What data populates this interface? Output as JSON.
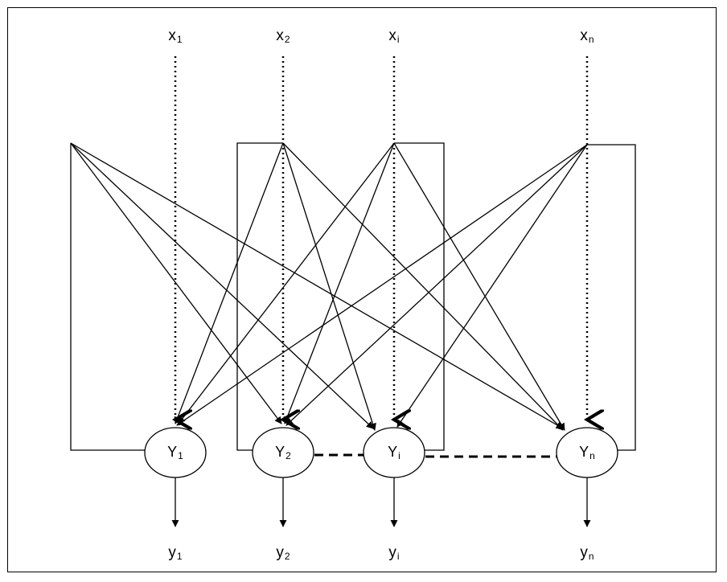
{
  "inputs": [
    {
      "base": "x",
      "sub": "1"
    },
    {
      "base": "x",
      "sub": "2"
    },
    {
      "base": "x",
      "sub": "i"
    },
    {
      "base": "x",
      "sub": "n"
    }
  ],
  "nodes": [
    {
      "base": "Y",
      "sub": "1"
    },
    {
      "base": "Y",
      "sub": "2"
    },
    {
      "base": "Y",
      "sub": "i"
    },
    {
      "base": "Y",
      "sub": "n"
    }
  ],
  "outputs": [
    {
      "base": "y",
      "sub": "1"
    },
    {
      "base": "y",
      "sub": "2"
    },
    {
      "base": "y",
      "sub": "i"
    },
    {
      "base": "y",
      "sub": "n"
    }
  ]
}
